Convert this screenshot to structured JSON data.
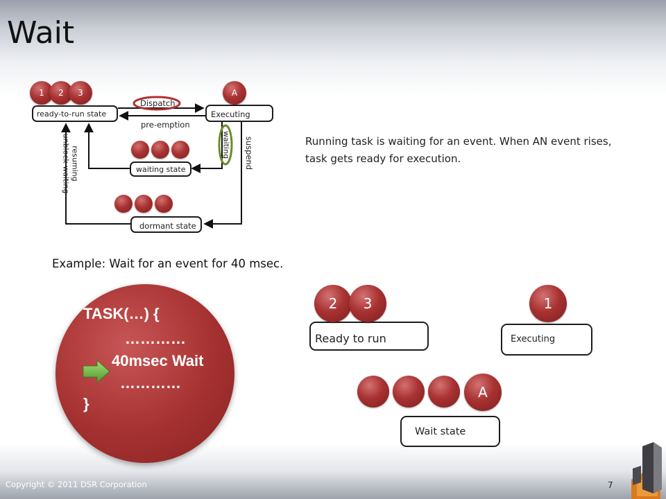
{
  "slide": {
    "title": "Wait",
    "page_number": "7",
    "copyright": "Copyright © 2011 DSR Corporation"
  },
  "diagram": {
    "ready_balls": [
      "1",
      "2",
      "3"
    ],
    "executing_ball": "A",
    "ready_state": "ready-to-run state",
    "executing_state": "Executing",
    "waiting_state": "waiting state",
    "dormant_state": "dormant state",
    "dispatch": "Dispatch",
    "preemption": "pre-emption",
    "resuming": "resuming",
    "unblock_waiting": "unblock waiting",
    "waiting": "waiting",
    "suspend": "suspend"
  },
  "description": "Running task is waiting for an event. When AN event rises, task gets ready for execution.",
  "example": "Example: Wait for an event for 40 msec.",
  "task_code": {
    "line1": "TASK(…) {",
    "line2": "…………",
    "line3": "40msec Wait",
    "line4": "…………",
    "line5": "}"
  },
  "bottom": {
    "ready_balls": [
      "2",
      "3"
    ],
    "ready_label": "Ready to run",
    "executing_ball": "1",
    "executing_label": "Executing",
    "wait_ball": "A",
    "wait_label": "Wait state"
  },
  "colors": {
    "ball": "#a93232",
    "highlight_red": "#b03030",
    "highlight_green": "#6a8a2a",
    "arrow_green": "#6db33f"
  }
}
